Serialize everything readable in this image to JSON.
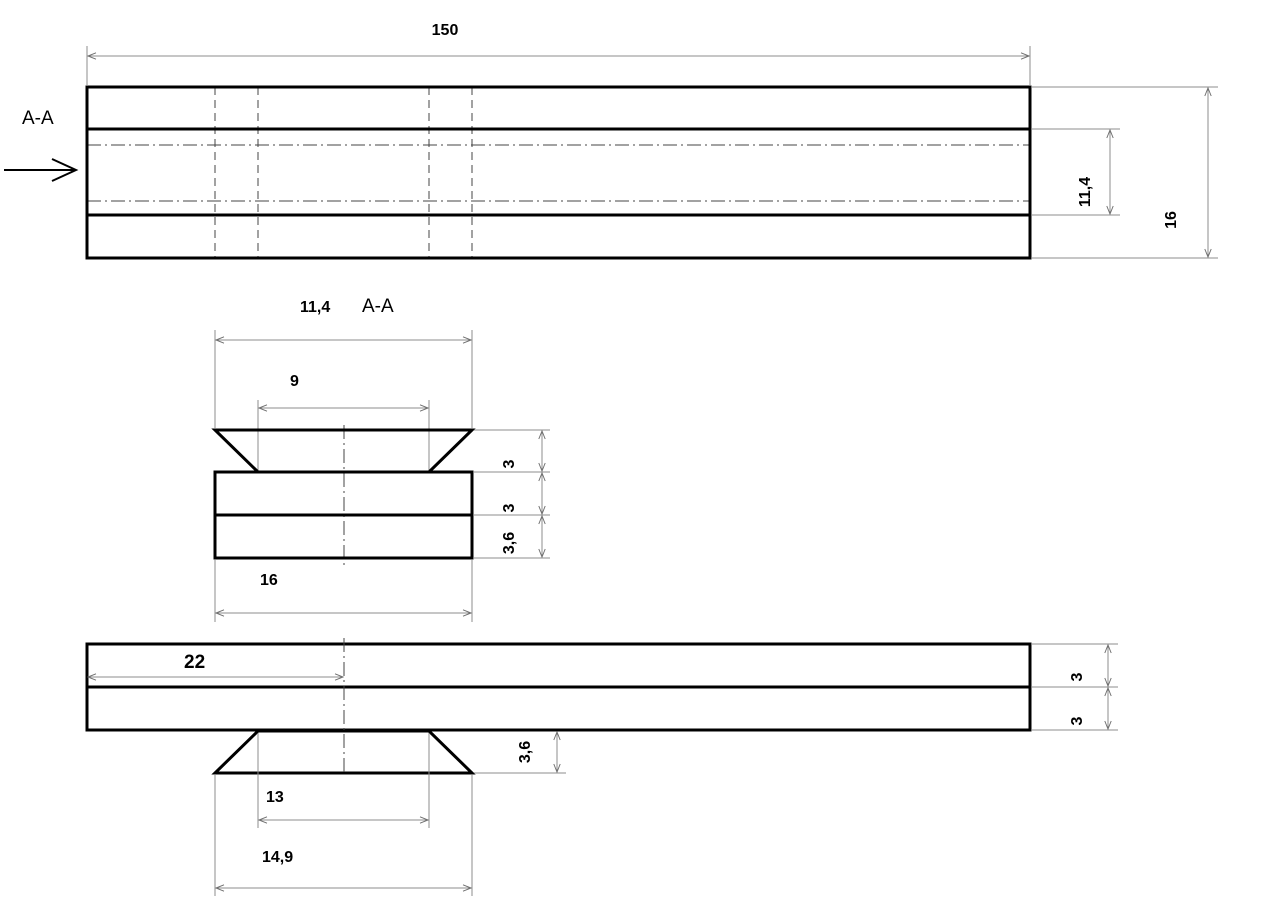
{
  "section_labels": {
    "side_marker": "A-A",
    "section_title": "A-A"
  },
  "dimensions": {
    "top_length": "150",
    "top_inner_height": "11,4",
    "top_total_height": "16",
    "section_width_top": "11,4",
    "section_inner_width": "9",
    "section_height_a": "3",
    "section_height_b": "3",
    "section_height_c": "3,6",
    "section_width_bottom": "16",
    "bottom_offset": "22",
    "bottom_layer_a": "3",
    "bottom_layer_b": "3",
    "bottom_rail_height": "3,6",
    "bottom_rail_inner": "13",
    "bottom_rail_outer": "14,9"
  },
  "colors": {
    "outline": "#000000",
    "dimension": "#8c8c8c",
    "hidden": "#444444"
  }
}
